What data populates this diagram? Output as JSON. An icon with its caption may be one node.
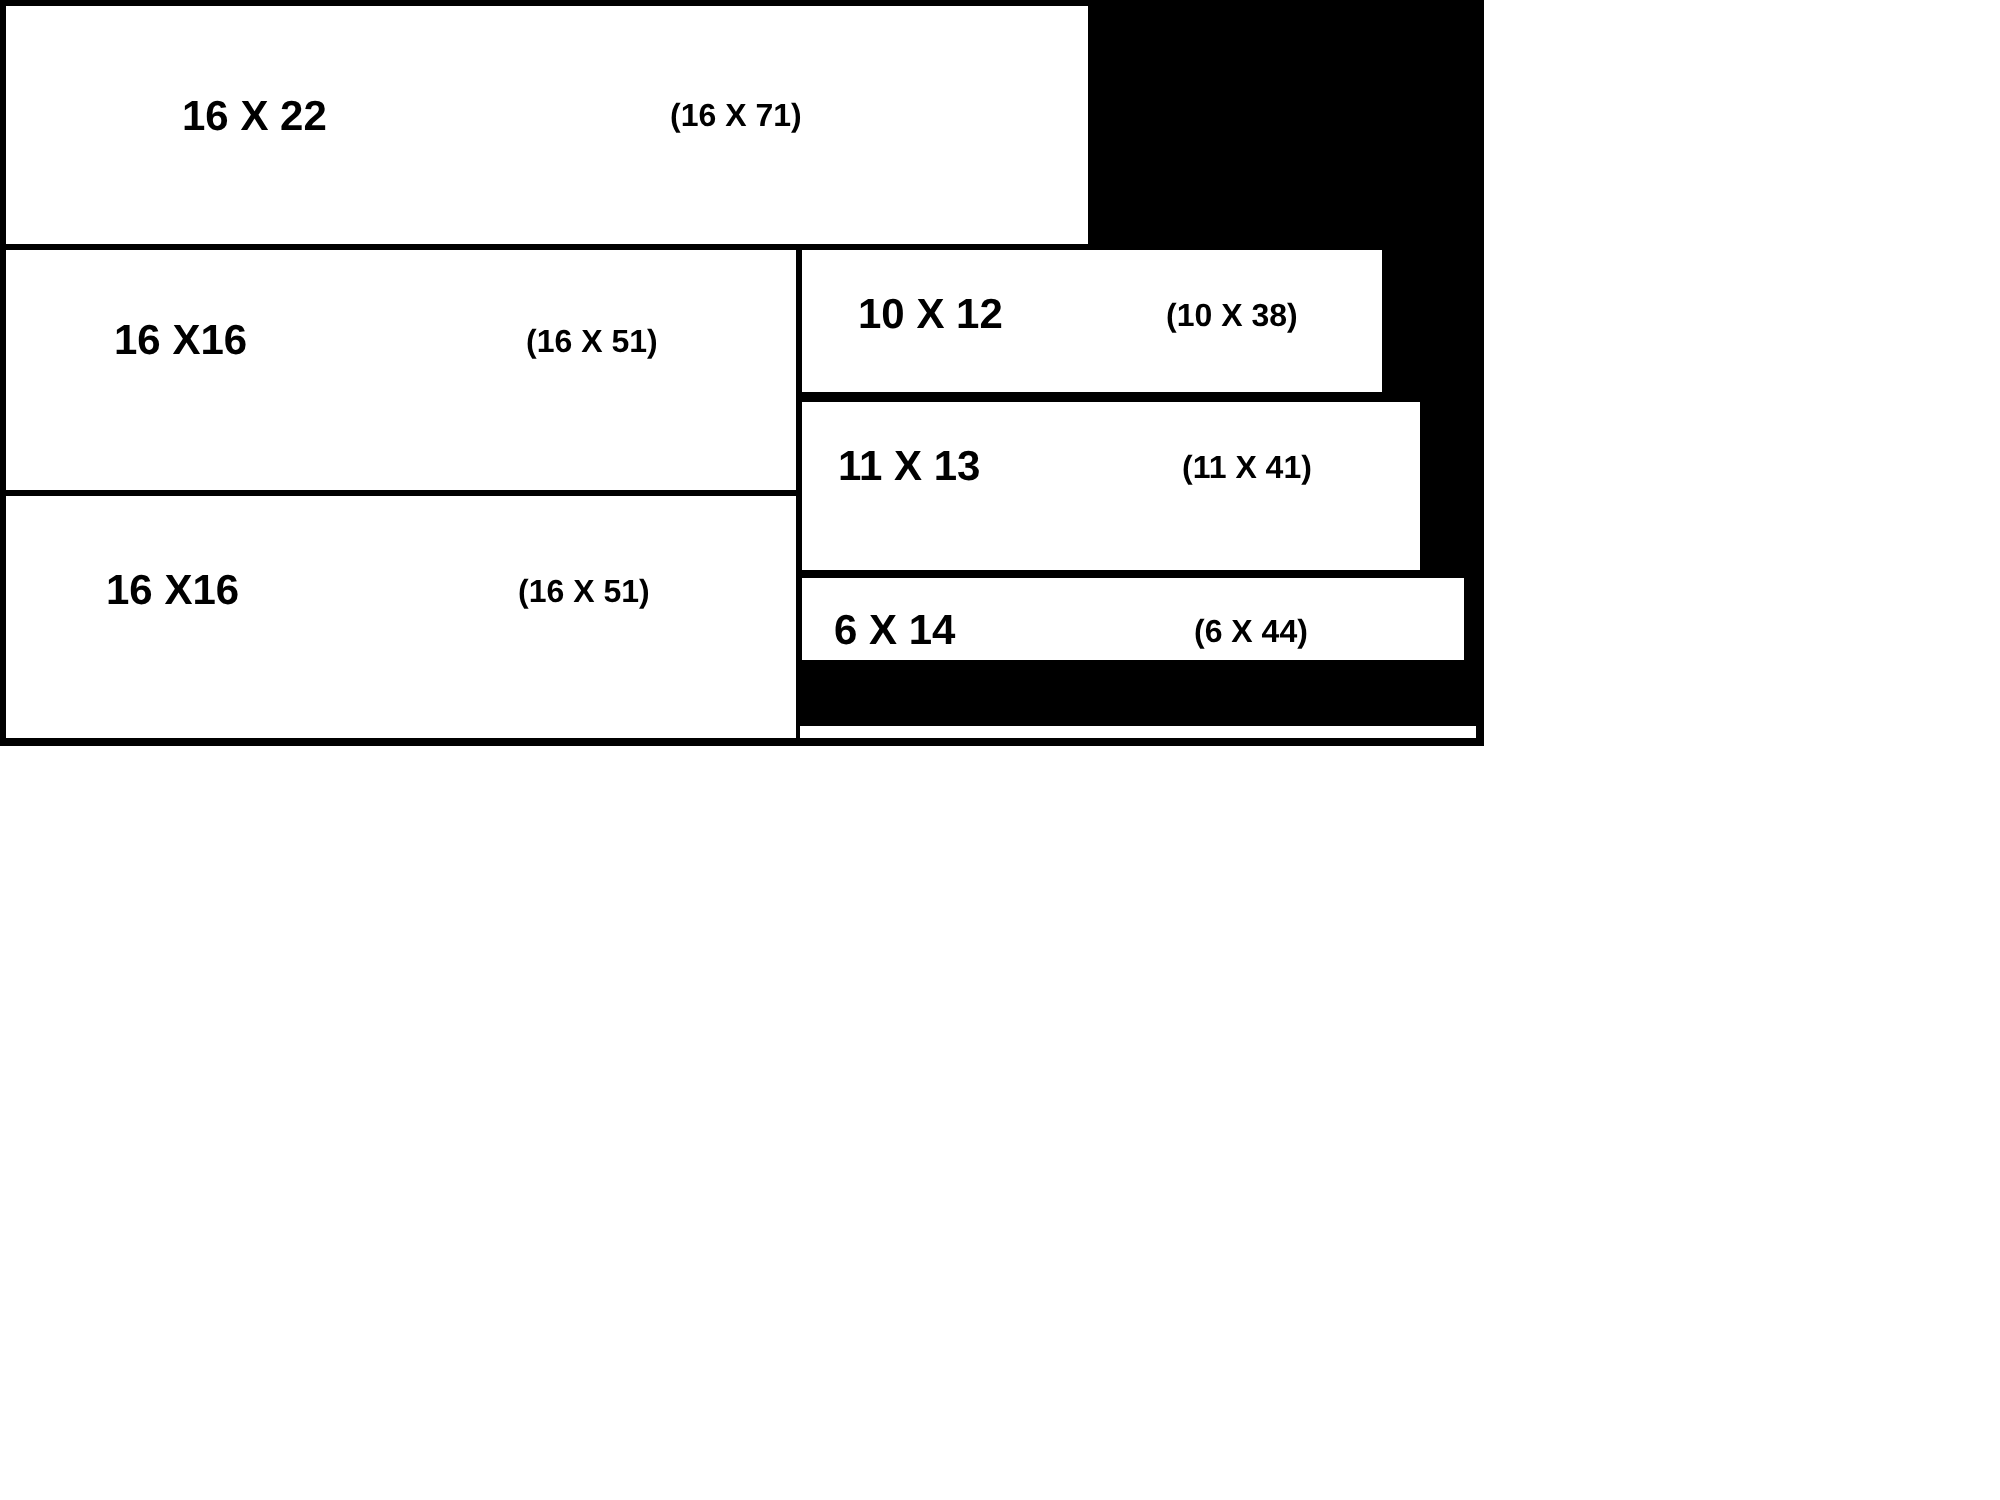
{
  "diagram": {
    "nodes": [
      {
        "text": [
          "16 X 22",
          "(16 X 71)"
        ]
      },
      {
        "text": [
          "16 X16",
          "(16 X 51)"
        ]
      },
      {
        "text": [
          "16 X16",
          "(16 X 51)"
        ]
      },
      {
        "text": [
          "10 X 12",
          "(10 X 38)"
        ]
      },
      {
        "text": [
          "11 X 13",
          "(11 X 41)"
        ]
      },
      {
        "text": [
          "6 X 14",
          "(6 X 44)"
        ]
      }
    ]
  }
}
